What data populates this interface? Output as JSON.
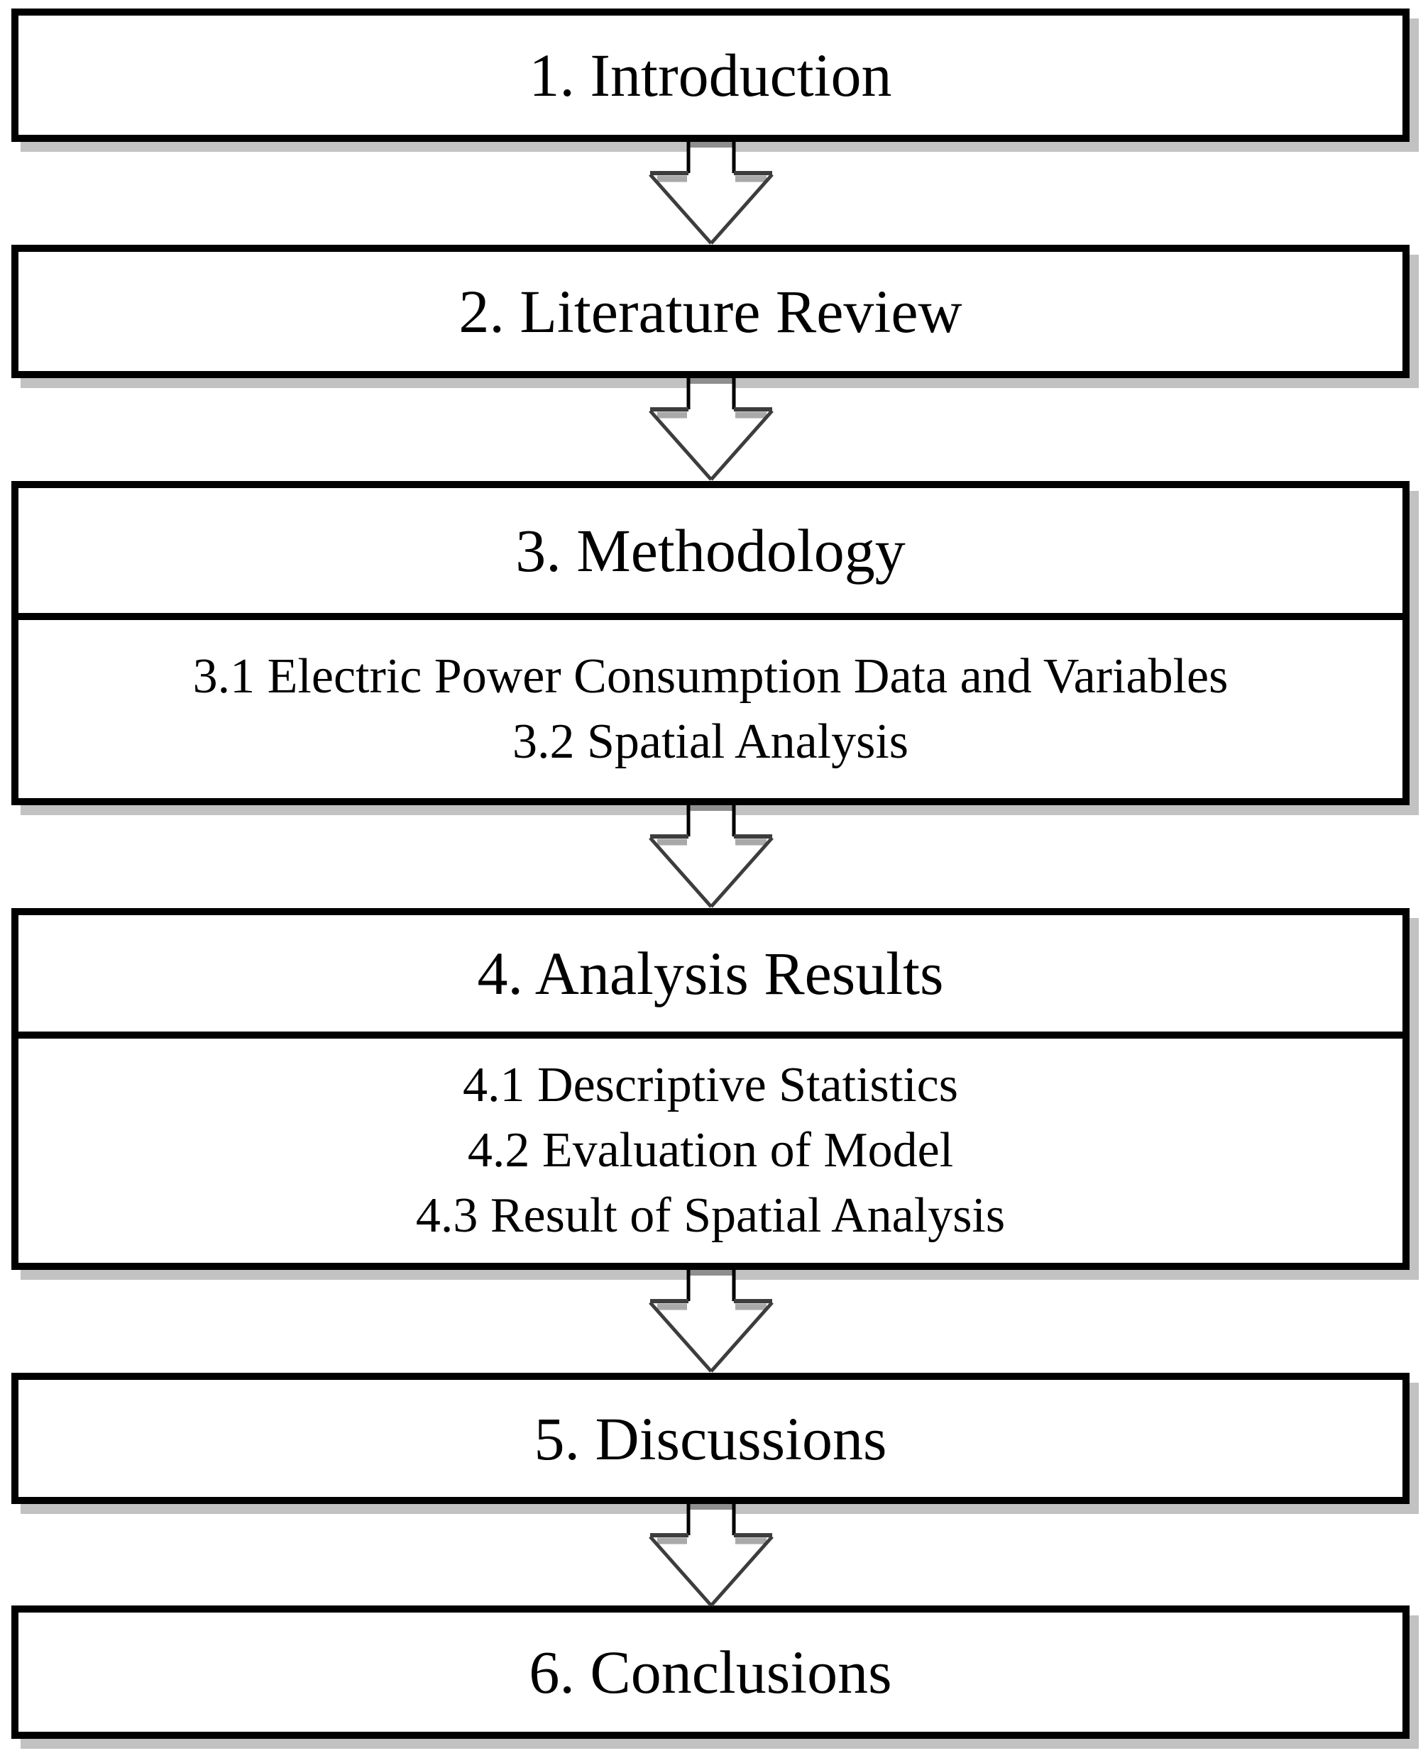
{
  "diagram": {
    "type": "flowchart",
    "direction": "top-down",
    "connector_icon": "down-arrow",
    "connector_count": 5,
    "colors": {
      "box_fill": "#ffffff",
      "box_border": "#000000",
      "box_shadow": "#c2c2c2",
      "text": "#000000",
      "arrow_fill": "#ffffff",
      "arrow_outline": "#3d3d3d",
      "arrow_stem": "#000000",
      "arrow_shadow": "#a9a9a9"
    },
    "nodes": [
      {
        "id": "introduction",
        "label": "1. Introduction",
        "subitems": []
      },
      {
        "id": "literature-review",
        "label": "2. Literature Review",
        "subitems": []
      },
      {
        "id": "methodology",
        "label": "3. Methodology",
        "subitems": [
          "3.1 Electric Power Consumption Data and Variables",
          "3.2 Spatial Analysis"
        ]
      },
      {
        "id": "analysis-results",
        "label": "4. Analysis Results",
        "subitems": [
          "4.1 Descriptive Statistics",
          "4.2 Evaluation of Model",
          "4.3 Result of Spatial Analysis"
        ]
      },
      {
        "id": "discussions",
        "label": "5. Discussions",
        "subitems": []
      },
      {
        "id": "conclusions",
        "label": "6. Conclusions",
        "subitems": []
      }
    ]
  }
}
